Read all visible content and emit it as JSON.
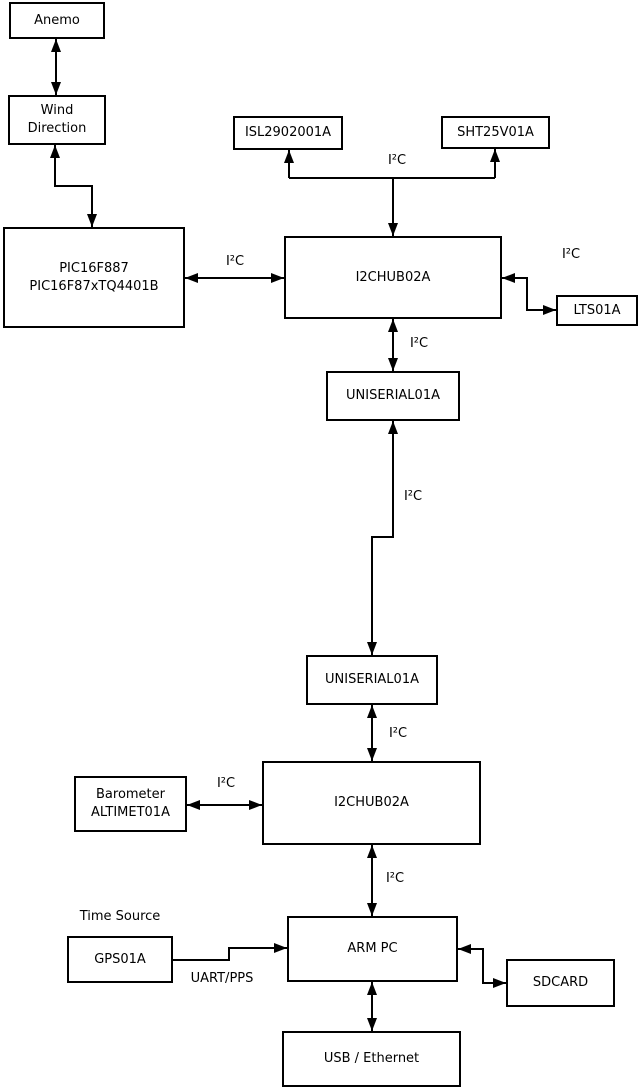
{
  "diagram": {
    "background_color": "#ffffff",
    "line_color": "#000000",
    "text_color": "#000000"
  },
  "nodes": {
    "anemo": {
      "label": "Anemo"
    },
    "wind_direction": {
      "line1": "Wind",
      "line2": "Direction"
    },
    "pic": {
      "line1": "PIC16F887",
      "line2": "PIC16F87xTQ4401B"
    },
    "isl": {
      "label": "ISL2902001A"
    },
    "sht": {
      "label": "SHT25V01A"
    },
    "i2c_hub_top": {
      "label": "I2CHUB02A"
    },
    "lts": {
      "label": "LTS01A"
    },
    "uniserial_top": {
      "label": "UNISERIAL01A"
    },
    "uniserial_bottom": {
      "label": "UNISERIAL01A"
    },
    "i2c_hub_bottom": {
      "label": "I2CHUB02A"
    },
    "barometer": {
      "line1": "Barometer",
      "line2": "ALTIMET01A"
    },
    "gps": {
      "label": "GPS01A"
    },
    "arm_pc": {
      "label": "ARM PC"
    },
    "sdcard": {
      "label": "SDCARD"
    },
    "usb_ethernet": {
      "label": "USB / Ethernet"
    }
  },
  "labels": {
    "i2c_pic_hub": "I²C",
    "i2c_sensor_bus": "I²C",
    "i2c_hub_lts": "I²C",
    "i2c_hub_uniserial": "I²C",
    "i2c_uniserial_link": "I²C",
    "i2c_uniserial_hub2": "I²C",
    "i2c_barometer_hub2": "I²C",
    "i2c_hub2_armpc": "I²C",
    "time_source": "Time Source",
    "uart_pps": "UART/PPS"
  }
}
